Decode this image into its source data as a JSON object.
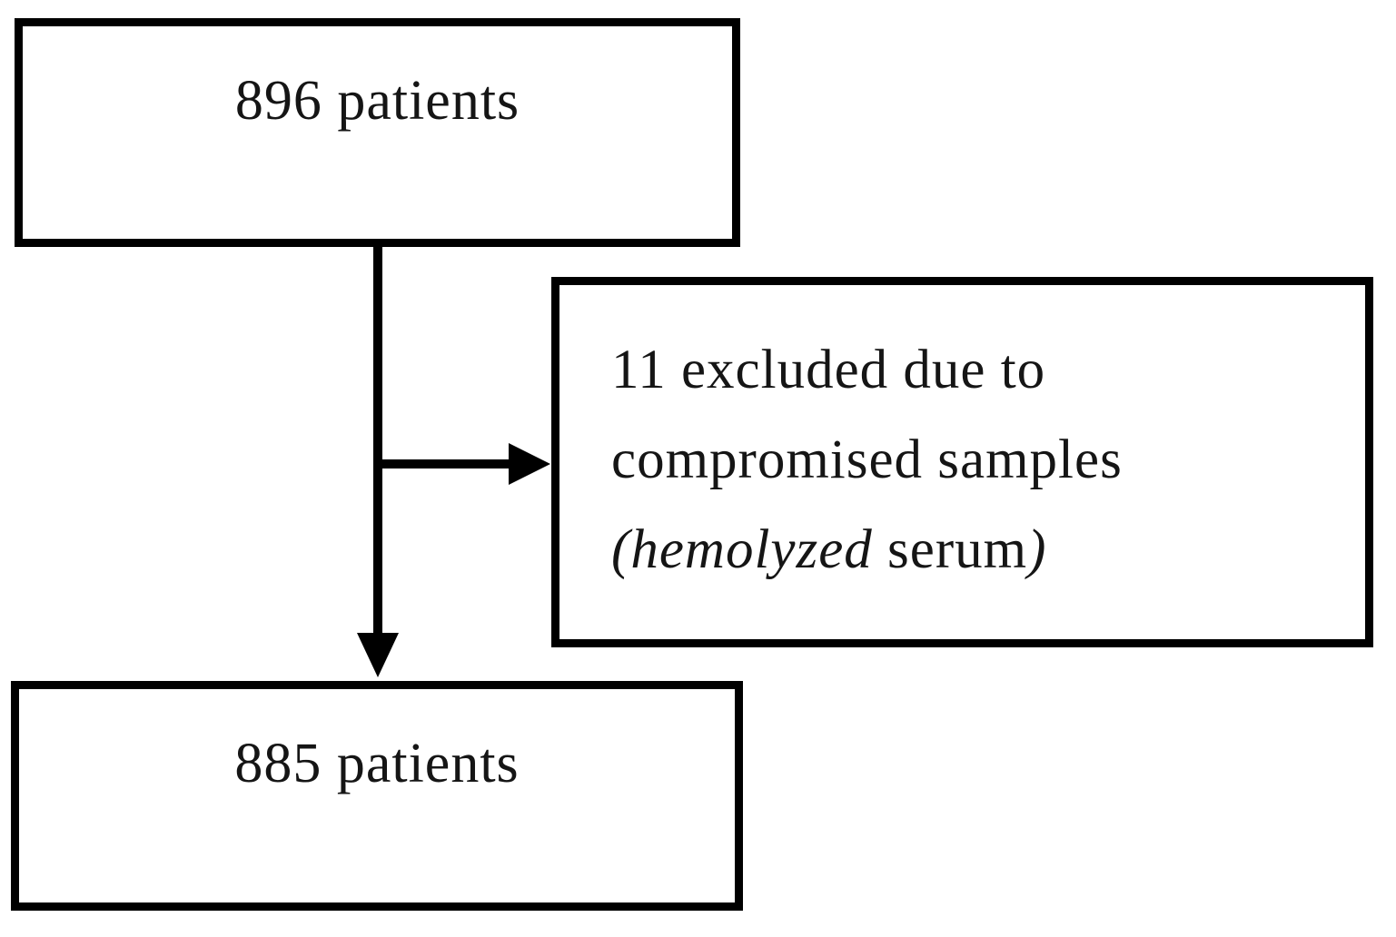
{
  "flowchart": {
    "colors": {
      "line": "#000000",
      "background": "#ffffff",
      "text": "#151515"
    },
    "nodes": {
      "initial": {
        "label": "896 patients"
      },
      "excluded": {
        "line1": "11 excluded due to",
        "line2": "compromised samples",
        "line3_italic_open": "(hemolyzed",
        "line3_roman": " serum",
        "line3_italic_close": ")"
      },
      "final": {
        "label": "885 patients"
      }
    },
    "edges": [
      {
        "from": "initial",
        "to": "final",
        "style": "arrow-down"
      },
      {
        "from": "initial",
        "to": "excluded",
        "style": "arrow-right-branch"
      }
    ]
  }
}
